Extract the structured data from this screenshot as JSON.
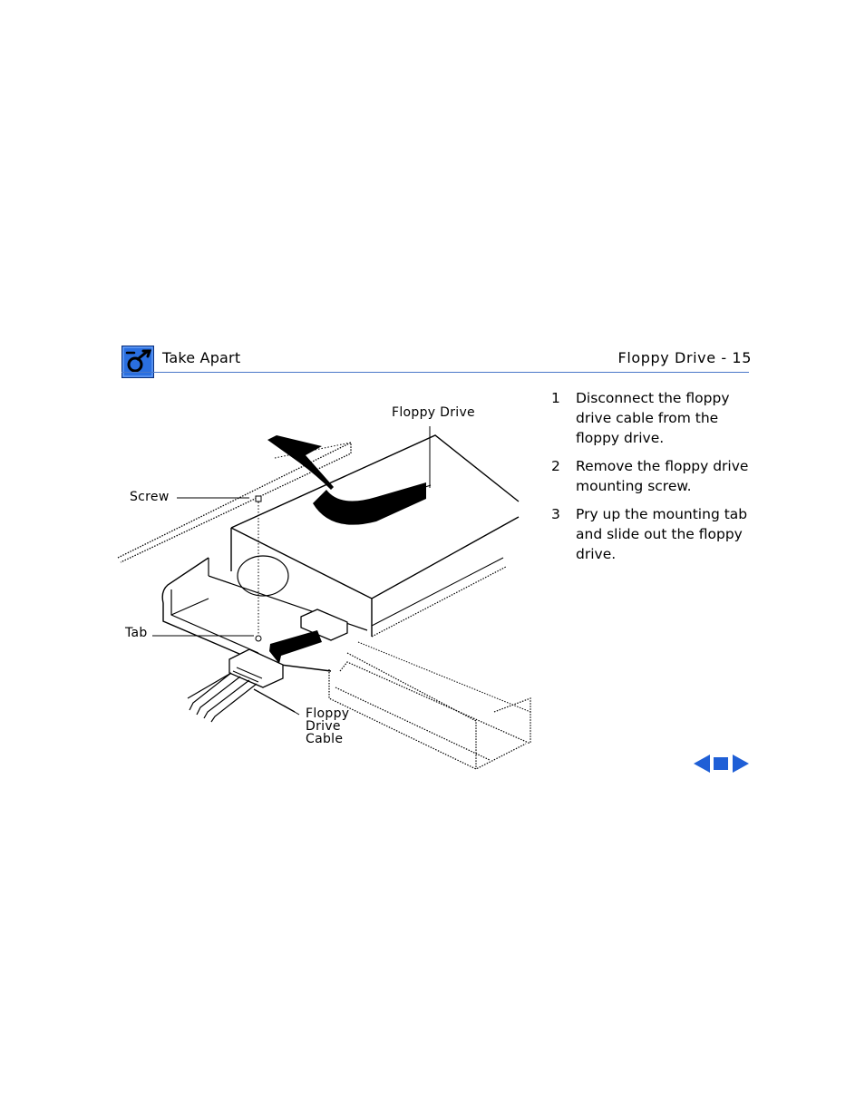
{
  "header": {
    "section_title": "Take Apart",
    "page_title": "Floppy Drive - 15",
    "icon": "apple-tools-icon",
    "rule_color": "#4a78c8"
  },
  "figure": {
    "callouts": {
      "floppy_drive": "Floppy Drive",
      "screw": "Screw",
      "tab": "Tab",
      "floppy_drive_cable": "Floppy\nDrive\nCable"
    }
  },
  "steps": [
    {
      "num": "1",
      "text": "Disconnect the floppy drive cable from the floppy drive."
    },
    {
      "num": "2",
      "text": "Remove the floppy drive mounting screw."
    },
    {
      "num": "3",
      "text": "Pry up the mounting tab and slide out the floppy drive."
    }
  ],
  "nav": {
    "accent": "#1f5fd6",
    "icons": [
      "previous-page-icon",
      "stop-icon",
      "next-page-icon"
    ]
  }
}
